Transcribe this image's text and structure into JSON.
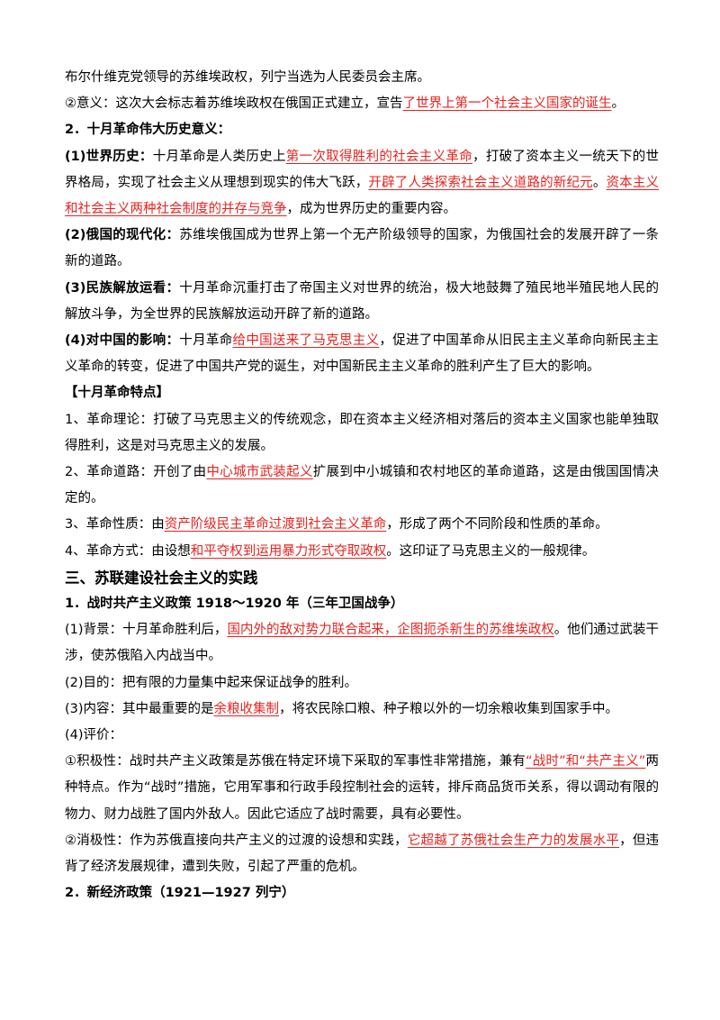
{
  "colors": {
    "text": "#000000",
    "highlight": "#e6231f",
    "background": "#ffffff"
  },
  "lines": [
    {
      "type": "p",
      "segments": [
        {
          "t": "布尔什维克党领导的苏维埃政权，列宁当选为人民委员会主席。"
        }
      ]
    },
    {
      "type": "p",
      "segments": [
        {
          "t": "②意义：这次大会标志着苏维埃政权在俄国正式建立，宣告"
        },
        {
          "t": "了世界上第一个社会主义国家的诞生",
          "red": true
        },
        {
          "t": "。"
        }
      ]
    },
    {
      "type": "h",
      "segments": [
        {
          "t": "2．十月革命伟大历史意义：",
          "b": true
        }
      ]
    },
    {
      "type": "p",
      "segments": [
        {
          "t": "(1)世界历史：",
          "b": true
        },
        {
          "t": "十月革命是人类历史上"
        },
        {
          "t": "第一次取得胜利的社会主义革命",
          "red": true
        },
        {
          "t": "，打破了资本主义一统天下的世界格局，实现了社会主义从理想到现实的伟大飞跃，"
        },
        {
          "t": "开辟了人类探索社会主义道路的新纪元",
          "red": true
        },
        {
          "t": "。"
        },
        {
          "t": "资本主义和社会主义两种社会制度的并存与竞争",
          "red": true
        },
        {
          "t": "，成为世界历史的重要内容。"
        }
      ]
    },
    {
      "type": "p",
      "segments": [
        {
          "t": "(2)俄国的现代化：",
          "b": true
        },
        {
          "t": "苏维埃俄国成为世界上第一个无产阶级领导的国家，为俄国社会的发展开辟了一条新的道路。"
        }
      ]
    },
    {
      "type": "p",
      "segments": [
        {
          "t": "(3)民族解放运看：",
          "b": true
        },
        {
          "t": "十月革命沉重打击了帝国主义对世界的统治，极大地鼓舞了殖民地半殖民地人民的解放斗争，为全世界的民族解放运动开辟了新的道路。"
        }
      ]
    },
    {
      "type": "p",
      "segments": [
        {
          "t": "(4)对中国的影响：",
          "b": true
        },
        {
          "t": "十月革命"
        },
        {
          "t": "给中国送来了马克思主义",
          "red": true
        },
        {
          "t": "，促进了中国革命从旧民主主义革命向新民主主义革命的转变，促进了中国共产党的诞生，对中国新民主主义革命的胜利产生了巨大的影响。"
        }
      ]
    },
    {
      "type": "h",
      "segments": [
        {
          "t": "【十月革命特点】",
          "b": true
        }
      ]
    },
    {
      "type": "p",
      "segments": [
        {
          "t": "1、革命理论：打破了马克思主义的传统观念，即在资本主义经济相对落后的资本主义国家也能单独取得胜利，这是对马克思主义的发展。"
        }
      ]
    },
    {
      "type": "p",
      "segments": [
        {
          "t": "2、革命道路：开创了由"
        },
        {
          "t": "中心城市武装起义",
          "red": true
        },
        {
          "t": "扩展到中小城镇和农村地区的革命道路，这是由俄国国情决定的。"
        }
      ]
    },
    {
      "type": "p",
      "segments": [
        {
          "t": "3、革命性质：由"
        },
        {
          "t": "资产阶级民主革命过渡到社会主义革命",
          "red": true
        },
        {
          "t": "，形成了两个不同阶段和性质的革命。"
        }
      ]
    },
    {
      "type": "p",
      "segments": [
        {
          "t": "4、革命方式：由设想"
        },
        {
          "t": "和平夺权到运用暴力形式夺取政权",
          "red": true
        },
        {
          "t": "。这印证了马克思主义的一般规律。"
        }
      ]
    },
    {
      "type": "h2",
      "segments": [
        {
          "t": "三、苏联建设社会主义的实践",
          "b": true
        }
      ]
    },
    {
      "type": "h",
      "segments": [
        {
          "t": "1．战时共产主义政策 1918～1920 年（三年卫国战争）",
          "b": true
        }
      ]
    },
    {
      "type": "p",
      "segments": [
        {
          "t": "(1)背景：十月革命胜利后，"
        },
        {
          "t": "国内外的敌对势力联合起来，企图扼杀新生的苏维埃政权",
          "red": true
        },
        {
          "t": "。他们通过武装干涉，使苏俄陷入内战当中。"
        }
      ]
    },
    {
      "type": "p",
      "segments": [
        {
          "t": "(2)目的：把有限的力量集中起来保证战争的胜利。"
        }
      ]
    },
    {
      "type": "p",
      "segments": [
        {
          "t": "(3)内容：其中最重要的是"
        },
        {
          "t": "余粮收集制",
          "red": true
        },
        {
          "t": "，将农民除口粮、种子粮以外的一切余粮收集到国家手中。"
        }
      ]
    },
    {
      "type": "p",
      "segments": [
        {
          "t": "(4)评价："
        }
      ]
    },
    {
      "type": "p",
      "segments": [
        {
          "t": "①积极性：战时共产主义政策是苏俄在特定环境下采取的军事性非常措施，兼有"
        },
        {
          "t": "“战时”和“共产主义”",
          "red": true
        },
        {
          "t": "两种特点。作为“战时”措施，它用军事和行政手段控制社会的运转，排斥商品货币关系，得以调动有限的物力、财力战胜了国内外敌人。因此它适应了战时需要，具有必要性。"
        }
      ]
    },
    {
      "type": "p",
      "segments": [
        {
          "t": "②消极性：作为苏俄直接向共产主义的过渡的设想和实践，"
        },
        {
          "t": "它超越了苏俄社会生产力的发展水平",
          "red": true
        },
        {
          "t": "，但违背了经济发展规律，遭到失败，引起了严重的危机。"
        }
      ]
    },
    {
      "type": "h",
      "segments": [
        {
          "t": "2．新经济政策（1921—1927 列宁）",
          "b": true
        }
      ]
    }
  ]
}
